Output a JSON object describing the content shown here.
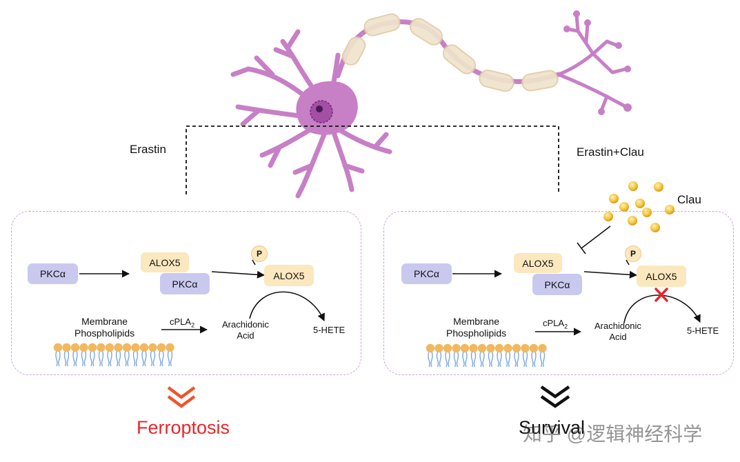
{
  "left": {
    "condition": "Erastin",
    "pkc_label": "PKCα",
    "alox5_label": "ALOX5",
    "pkc_complex_label": "PKCα",
    "phospho_label": "P",
    "alox5_p_label": "ALOX5",
    "membrane_label_1": "Membrane",
    "membrane_label_2": "Phospholipids",
    "enzyme_label": "cPLA",
    "enzyme_sub": "2",
    "aa_label_1": "Arachidonic",
    "aa_label_2": "Acid",
    "product_label": "5-HETE",
    "outcome": "Ferroptosis"
  },
  "right": {
    "condition": "Erastin+Clau",
    "drug_label": "Clau",
    "pkc_label": "PKCα",
    "alox5_label": "ALOX5",
    "pkc_complex_label": "PKCα",
    "phospho_label": "P",
    "alox5_p_label": "ALOX5",
    "membrane_label_1": "Membrane",
    "membrane_label_2": "Phospholipids",
    "enzyme_label": "cPLA",
    "enzyme_sub": "2",
    "aa_label_1": "Arachidonic",
    "aa_label_2": "Acid",
    "product_label": "5-HETE",
    "outcome": "Survival"
  },
  "watermark": "知乎 @逻辑神经科学",
  "colors": {
    "neuron": "#c77fc6",
    "myelin": "#efe3cc",
    "pkc_box": "#c9c9ef",
    "alox_box": "#fbe8bf",
    "panel_border": "#c9a3dc",
    "ferroptosis": "#e8262b",
    "chevron_left": "#f0542a",
    "chevron_right": "#111111",
    "block_x": "#e8262b",
    "lipid_head": "#f2b85f",
    "lipid_tail": "#7aa7e0"
  }
}
